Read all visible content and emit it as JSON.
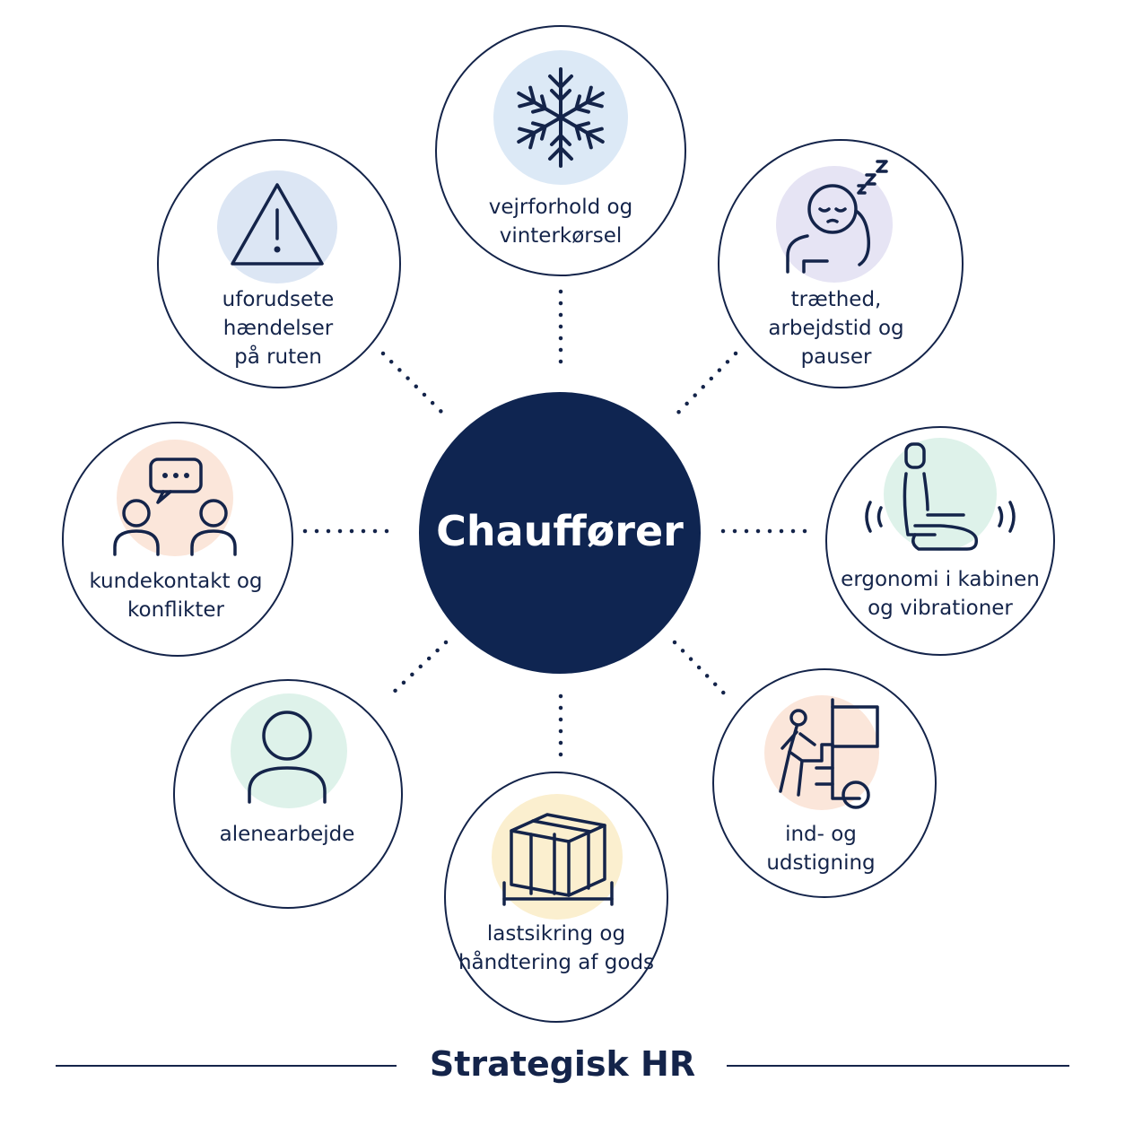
{
  "center": {
    "label": "Chauffører"
  },
  "nodes": [
    {
      "id": "weather",
      "label": "vejrforhold og\nvinterkørsel",
      "icon": "snowflake-icon",
      "accent": "#dce9f6"
    },
    {
      "id": "fatigue",
      "label": "træthed,\narbejdstid og\npauser",
      "icon": "sleepy-person-icon",
      "accent": "#e6e4f4"
    },
    {
      "id": "ergonomics",
      "label": "ergonomi i kabinen\nog vibrationer",
      "icon": "vibrating-seat-icon",
      "accent": "#def2ea"
    },
    {
      "id": "entry",
      "label": "ind- og\nudstigning",
      "icon": "cab-step-person-icon",
      "accent": "#fbe6da"
    },
    {
      "id": "cargo",
      "label": "lastsikring og\nhåndtering af gods",
      "icon": "strapped-cargo-icon",
      "accent": "#fbefcf"
    },
    {
      "id": "alone",
      "label": "alenearbejde",
      "icon": "single-person-icon",
      "accent": "#def2ea"
    },
    {
      "id": "customer",
      "label": "kundekontakt og\nkonflikter",
      "icon": "conversation-icon",
      "accent": "#fbe6da"
    },
    {
      "id": "incidents",
      "label": "uforudsete\nhændelser\npå ruten",
      "icon": "warning-icon",
      "accent": "#dce6f4"
    }
  ],
  "footer": {
    "label": "Strategisk HR"
  },
  "colors": {
    "ink": "#14244a",
    "hub": "#0f2551",
    "background": "#ffffff"
  }
}
